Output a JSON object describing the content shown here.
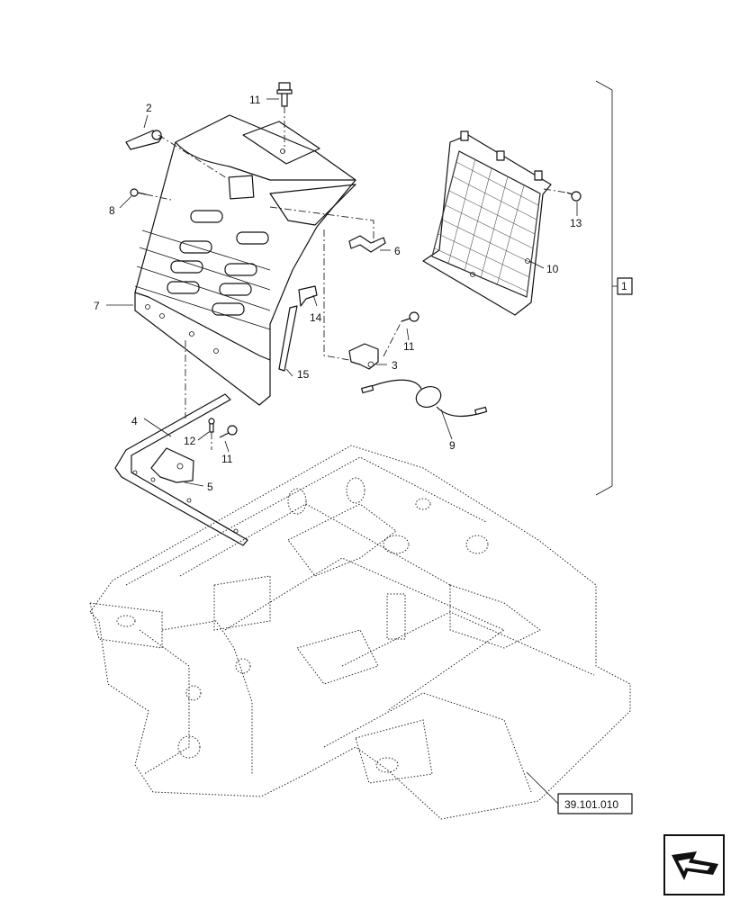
{
  "callouts": {
    "c1": "1",
    "c2": "2",
    "c3": "3",
    "c4": "4",
    "c5": "5",
    "c6": "6",
    "c7": "7",
    "c8": "8",
    "c9": "9",
    "c10": "10",
    "c11_top": "11",
    "c11_mid": "11",
    "c11_low": "11",
    "c12": "12",
    "c13": "13",
    "c14": "14",
    "c15": "15"
  },
  "reference_box": "39.101.010",
  "icons": {
    "nav": "next-page-arrow-icon"
  }
}
